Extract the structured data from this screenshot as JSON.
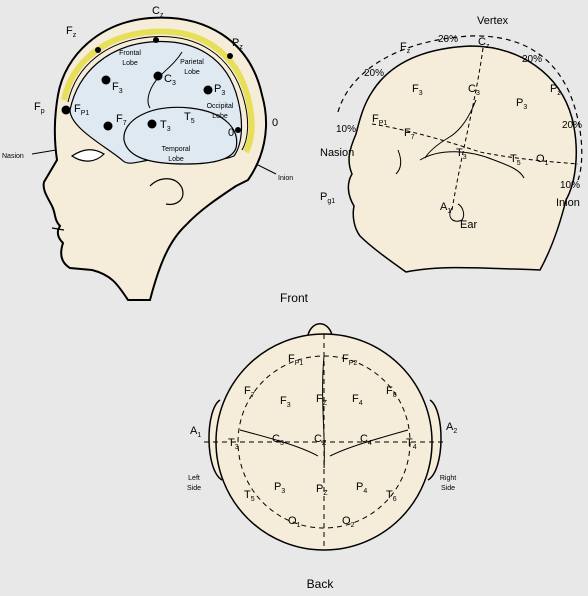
{
  "panel_left": {
    "lobes": {
      "frontal": [
        "Frontal",
        "Lobe"
      ],
      "parietal": [
        "Parietal",
        "Lobe"
      ],
      "occipital": [
        "Occipital",
        "Lobe"
      ],
      "temporal": [
        "Temporal",
        "Lobe"
      ]
    },
    "electrodes": {
      "fz": "F",
      "fz_sub": "z",
      "pz": "P",
      "pz_sub": "z",
      "cz": "C",
      "cz_sub": "z",
      "fp": "F",
      "fp_sub": "p",
      "fp1": "F",
      "fp1_sub": "P1",
      "f3": "F",
      "f3_sub": "3",
      "f7": "F",
      "f7_sub": "7",
      "c3": "C",
      "c3_sub": "3",
      "p3": "P",
      "p3_sub": "3",
      "t3": "T",
      "t3_sub": "3",
      "t5": "T",
      "t5_sub": "5",
      "o_inner": "0",
      "o_outer": "0"
    },
    "landmarks": {
      "nasion": "Nasion",
      "inion": "Inion"
    }
  },
  "panel_right": {
    "landmarks": {
      "vertex": "Vertex",
      "nasion": "Nasion",
      "inion": "Inion",
      "ear": "Ear"
    },
    "percents": {
      "p20_a": "20%",
      "p20_b": "20%",
      "p20_c": "20%",
      "p20_d": "20%",
      "p10_a": "10%",
      "p10_b": "10%"
    },
    "electrodes": {
      "fz": "F",
      "fz_sub": "z",
      "cz": "C",
      "cz_sub": "z",
      "pz": "P",
      "pz_sub": "z",
      "f3": "F",
      "f3_sub": "3",
      "c3": "C",
      "c3_sub": "3",
      "p3": "P",
      "p3_sub": "3",
      "fp1": "F",
      "fp1_sub": "P1",
      "f7": "F",
      "f7_sub": "7",
      "t3": "T",
      "t3_sub": "3",
      "t5": "T",
      "t5_sub": "5",
      "o1": "O",
      "o1_sub": "1",
      "pg1": "P",
      "pg1_sub": "g1",
      "a1": "A",
      "a1_sub": "1"
    }
  },
  "panel_top": {
    "captions": {
      "front": "Front",
      "back": "Back",
      "left_side": [
        "Left",
        "Side"
      ],
      "right_side": [
        "Right",
        "Side"
      ]
    },
    "electrodes": {
      "fp1": "F",
      "fp1_sub": "P1",
      "fp2": "F",
      "fp2_sub": "P2",
      "f7": "F",
      "f7_sub": "7",
      "f8": "F",
      "f8_sub": "8",
      "f3": "F",
      "f3_sub": "3",
      "fz": "F",
      "fz_sub": "Z",
      "f4": "F",
      "f4_sub": "4",
      "a1": "A",
      "a1_sub": "1",
      "a2": "A",
      "a2_sub": "2",
      "t3": "T",
      "t3_sub": "3",
      "c3": "C",
      "c3_sub": "3",
      "cz": "C",
      "cz_sub": "Z",
      "c4": "C",
      "c4_sub": "4",
      "t4": "T",
      "t4_sub": "4",
      "t5": "T",
      "t5_sub": "5",
      "p3": "P",
      "p3_sub": "3",
      "pz": "P",
      "pz_sub": "Z",
      "p4": "P",
      "p4_sub": "4",
      "t6": "T",
      "t6_sub": "6",
      "o1": "O",
      "o1_sub": "1",
      "o2": "O",
      "o2_sub": "2"
    }
  },
  "colors": {
    "background": "#e8e8e8",
    "skin": "#f5ecd9",
    "brain": "#dfe9f2",
    "skull_band": "#e7df5a",
    "line": "#000000"
  }
}
